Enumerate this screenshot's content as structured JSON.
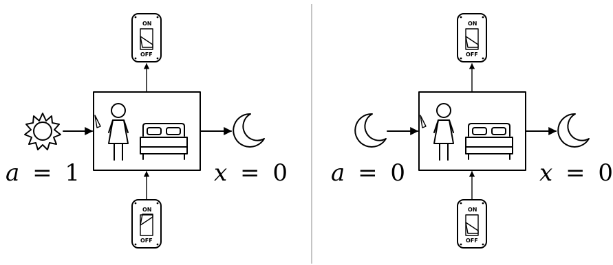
{
  "panels": [
    {
      "input": {
        "icon": "sun-icon",
        "var": "a",
        "eq": "=",
        "value": "1"
      },
      "output": {
        "icon": "moon-icon",
        "var": "x",
        "eq": "=",
        "value": "0"
      },
      "top_switch": {
        "on_label": "ON",
        "off_label": "OFF",
        "state": "off"
      },
      "bottom_switch": {
        "on_label": "ON",
        "off_label": "OFF",
        "state": "on"
      }
    },
    {
      "input": {
        "icon": "moon-icon",
        "var": "a",
        "eq": "=",
        "value": "0"
      },
      "output": {
        "icon": "moon-icon",
        "var": "x",
        "eq": "=",
        "value": "0"
      },
      "top_switch": {
        "on_label": "ON",
        "off_label": "OFF",
        "state": "off"
      },
      "bottom_switch": {
        "on_label": "ON",
        "off_label": "OFF",
        "state": "off"
      }
    }
  ]
}
